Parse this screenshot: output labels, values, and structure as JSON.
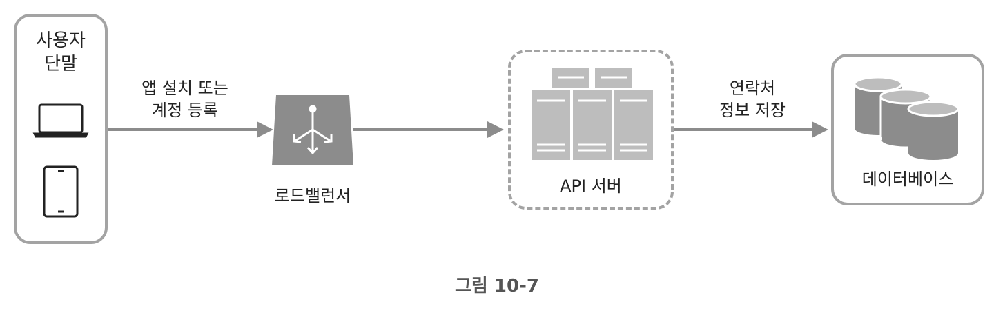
{
  "client": {
    "label_line1": "사용자",
    "label_line2": "단말"
  },
  "arrow1": {
    "label_line1": "앱 설치 또는",
    "label_line2": "계정 등록"
  },
  "load_balancer": {
    "label": "로드밸런서"
  },
  "api_server": {
    "label": "API 서버"
  },
  "arrow2": {
    "label_line1": "연락처",
    "label_line2": "정보 저장"
  },
  "database": {
    "label": "데이터베이스"
  },
  "caption": "그림 10-7",
  "colors": {
    "stroke": "#a3a3a3",
    "icon_fill": "#8c8c8c",
    "server_fill": "#bdbdbd",
    "text": "#222222"
  }
}
